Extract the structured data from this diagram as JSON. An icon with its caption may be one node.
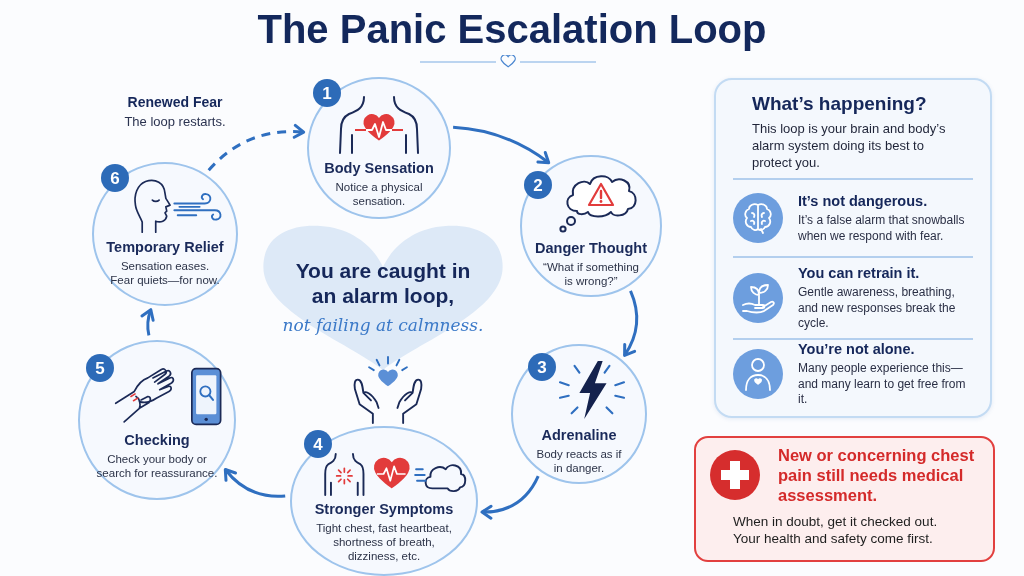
{
  "diagram": {
    "title": "The Panic Escalation Loop",
    "nodes": [
      {
        "text": [
          "1",
          "Body Sensation",
          "Notice a physical sensation."
        ]
      },
      {
        "text": [
          "2",
          "Danger Thought",
          "“What if something is wrong?”"
        ]
      },
      {
        "text": [
          "3",
          "Adrenaline",
          "Body reacts as if in danger."
        ]
      },
      {
        "text": [
          "4",
          "Stronger Symptoms",
          "Tight chest, fast heartbeat, shortness of breath, dizziness, etc."
        ]
      },
      {
        "text": [
          "5",
          "Checking",
          "Check your body or search for reassurance."
        ]
      },
      {
        "text": [
          "6",
          "Temporary Relief",
          "Sensation eases. Fear quiets—for now."
        ]
      },
      {
        "text": [
          "You are caught in an alarm loop,",
          "not failing at calmness."
        ]
      },
      {
        "text": [
          "What’s happening?",
          "This loop is your brain and body’s alarm system doing its best to protect you."
        ]
      },
      {
        "text": [
          "It’s not dangerous.",
          "It’s a false alarm that snowballs when we respond with fear."
        ],
        "in": 7
      },
      {
        "text": [
          "You can retrain it.",
          "Gentle awareness, breathing, and new responses break the cycle."
        ],
        "in": 7
      },
      {
        "text": [
          "You’re not alone.",
          "Many people experience this— and many learn to get free from it."
        ],
        "in": 7
      },
      {
        "text": [
          "New or concerning chest pain still needs medical assessment.",
          "When in doubt, get it checked out. Your health and safety come first."
        ]
      }
    ],
    "edges": [
      {
        "from": 0,
        "to": 1,
        "arrow": "to"
      },
      {
        "from": 1,
        "to": 2,
        "arrow": "to"
      },
      {
        "from": 2,
        "to": 3,
        "arrow": "to"
      },
      {
        "from": 3,
        "to": 4,
        "arrow": "to"
      },
      {
        "from": 4,
        "to": 5,
        "arrow": "to"
      },
      {
        "from": 5,
        "to": 0,
        "arrow": "to",
        "style": "dashed"
      }
    ],
    "labels": [
      "Renewed Fear",
      "The loop restarts."
    ]
  }
}
